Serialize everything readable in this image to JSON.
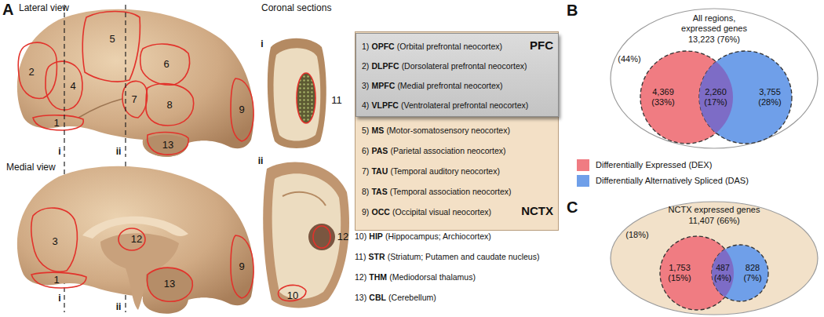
{
  "diagram": {
    "nodes": [
      {
        "text": [
          "5)",
          "MS",
          "(Motor-somatosensory neocortex)",
          "6)",
          "PAS",
          "(Parietal association neocortex)",
          "7)",
          "TAU",
          "(Temporal auditory neocortex)",
          "8)",
          "TAS",
          "(Temporal association neocortex)",
          "9)",
          "OCC",
          "(Occipital visual neocortex)",
          "NCTX"
        ]
      },
      {
        "text": [
          "1)",
          "OPFC",
          "(Orbital prefrontal neocortex)",
          "2)",
          "DLPFC",
          "(Dorsolateral prefrontal neocortex)",
          "3)",
          "MPFC",
          "(Medial prefrontal neocortex)",
          "4)",
          "VLPFC",
          "(Ventrolateral prefrontal neocortex)",
          "PFC"
        ],
        "in": 0
      },
      {
        "text": [
          "All regions, expressed genes",
          "13,223 (76%)"
        ]
      },
      {
        "text": [
          "4,369 (33%)"
        ],
        "in": 2
      },
      {
        "text": [
          "3,755 (28%)"
        ],
        "in": 2
      },
      {
        "text": [
          "NCTX expressed genes",
          "11,407 (66%)"
        ]
      },
      {
        "text": [
          "1,753 (15%)"
        ],
        "in": 5
      },
      {
        "text": [
          "828 (7%)"
        ],
        "in": 5
      }
    ],
    "labels": [
      "A",
      "Lateral view",
      "2",
      "4",
      "1",
      "5",
      "6",
      "7",
      "8",
      "9",
      "13",
      "i",
      "ii",
      "Medial view",
      "3",
      "1",
      "12",
      "9",
      "13",
      "i",
      "ii",
      "Coronal sections",
      "i",
      "11",
      "ii",
      "12",
      "10",
      "10)",
      "HIP",
      "(Hippocampus; Archiocortex)",
      "11)",
      "STR",
      "(Striatum; Putamen and caudate nucleus)",
      "12)",
      "THM",
      "(Mediodorsal thalamus)",
      "13)",
      "CBL",
      "(Cerebellum)",
      "B",
      "(44%)",
      "2,260 (17%)",
      "C",
      "(18%)",
      "487 (4%)"
    ],
    "legend": [
      {
        "text": "Differentially Expressed (DEX)",
        "color": "#f07c82"
      },
      {
        "text": "Differentially Alternatively Spliced (DAS)",
        "color": "#6f9fe9"
      }
    ]
  }
}
